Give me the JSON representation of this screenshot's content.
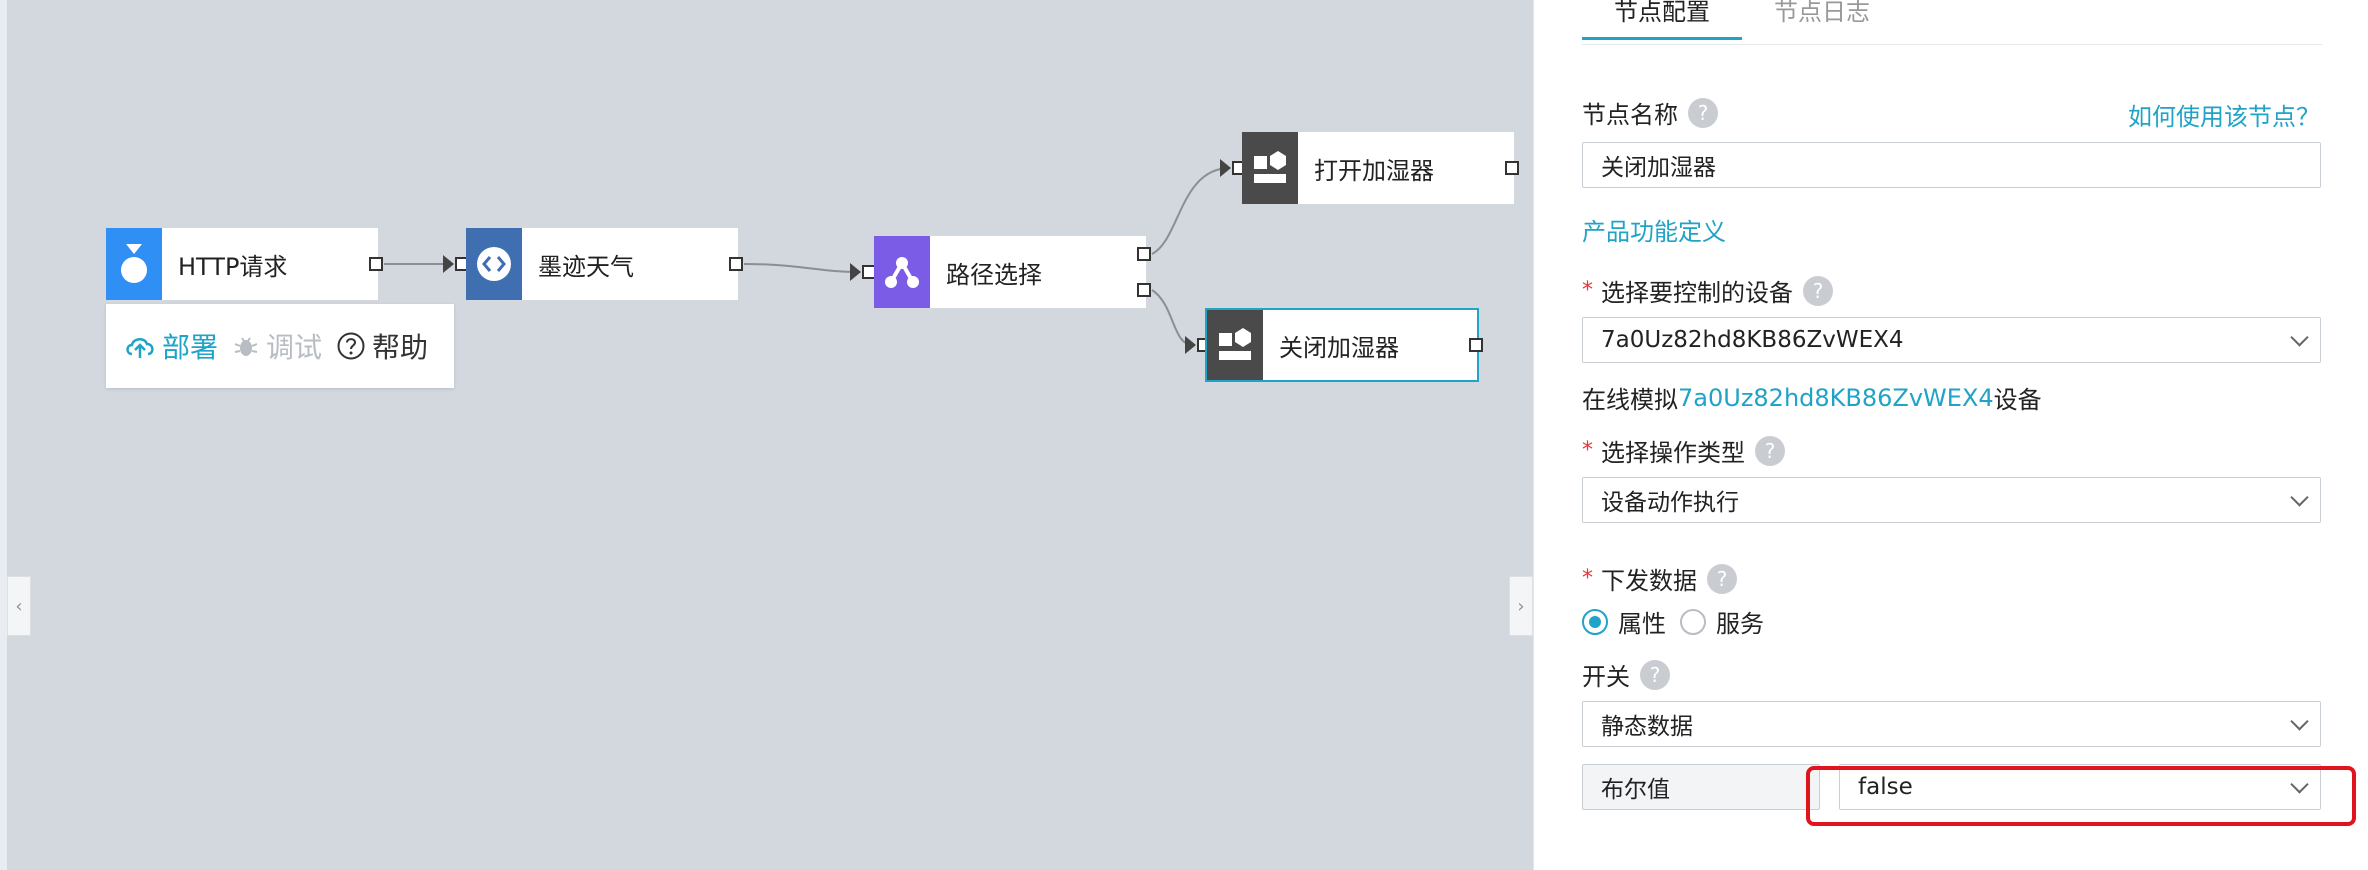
{
  "canvas": {
    "nodes": [
      {
        "id": "http",
        "label": "HTTP请求",
        "icon": "http-request-icon",
        "color": "#2f8ff5"
      },
      {
        "id": "weather",
        "label": "墨迹天气",
        "icon": "code-icon",
        "color": "#3f6fb0"
      },
      {
        "id": "route",
        "label": "路径选择",
        "icon": "branch-icon",
        "color": "#7b5ce6"
      },
      {
        "id": "open",
        "label": "打开加湿器",
        "icon": "device-icon",
        "color": "#4a4a4a"
      },
      {
        "id": "close",
        "label": "关闭加湿器",
        "icon": "device-icon",
        "color": "#4a4a4a"
      }
    ],
    "toolbar": {
      "deploy": "部署",
      "debug": "调试",
      "help": "帮助"
    }
  },
  "panel": {
    "tabs": [
      "节点配置",
      "节点日志"
    ],
    "node_name_label": "节点名称",
    "how_to_link": "如何使用该节点？",
    "node_name_value": "关闭加湿器",
    "product_def_link": "产品功能定义",
    "device_label": "选择要控制的设备",
    "device_value": "7a0Uz82hd8KB86ZvWEX4",
    "simulate_prefix": "在线模拟",
    "simulate_device": "7a0Uz82hd8KB86ZvWEX4",
    "simulate_suffix": "设备",
    "op_type_label": "选择操作类型",
    "op_type_value": "设备动作执行",
    "send_data_label": "下发数据",
    "radio_property": "属性",
    "radio_service": "服务",
    "switch_label": "开关",
    "data_source_value": "静态数据",
    "type_value": "布尔值",
    "bool_value": "false",
    "help_mark": "?"
  }
}
